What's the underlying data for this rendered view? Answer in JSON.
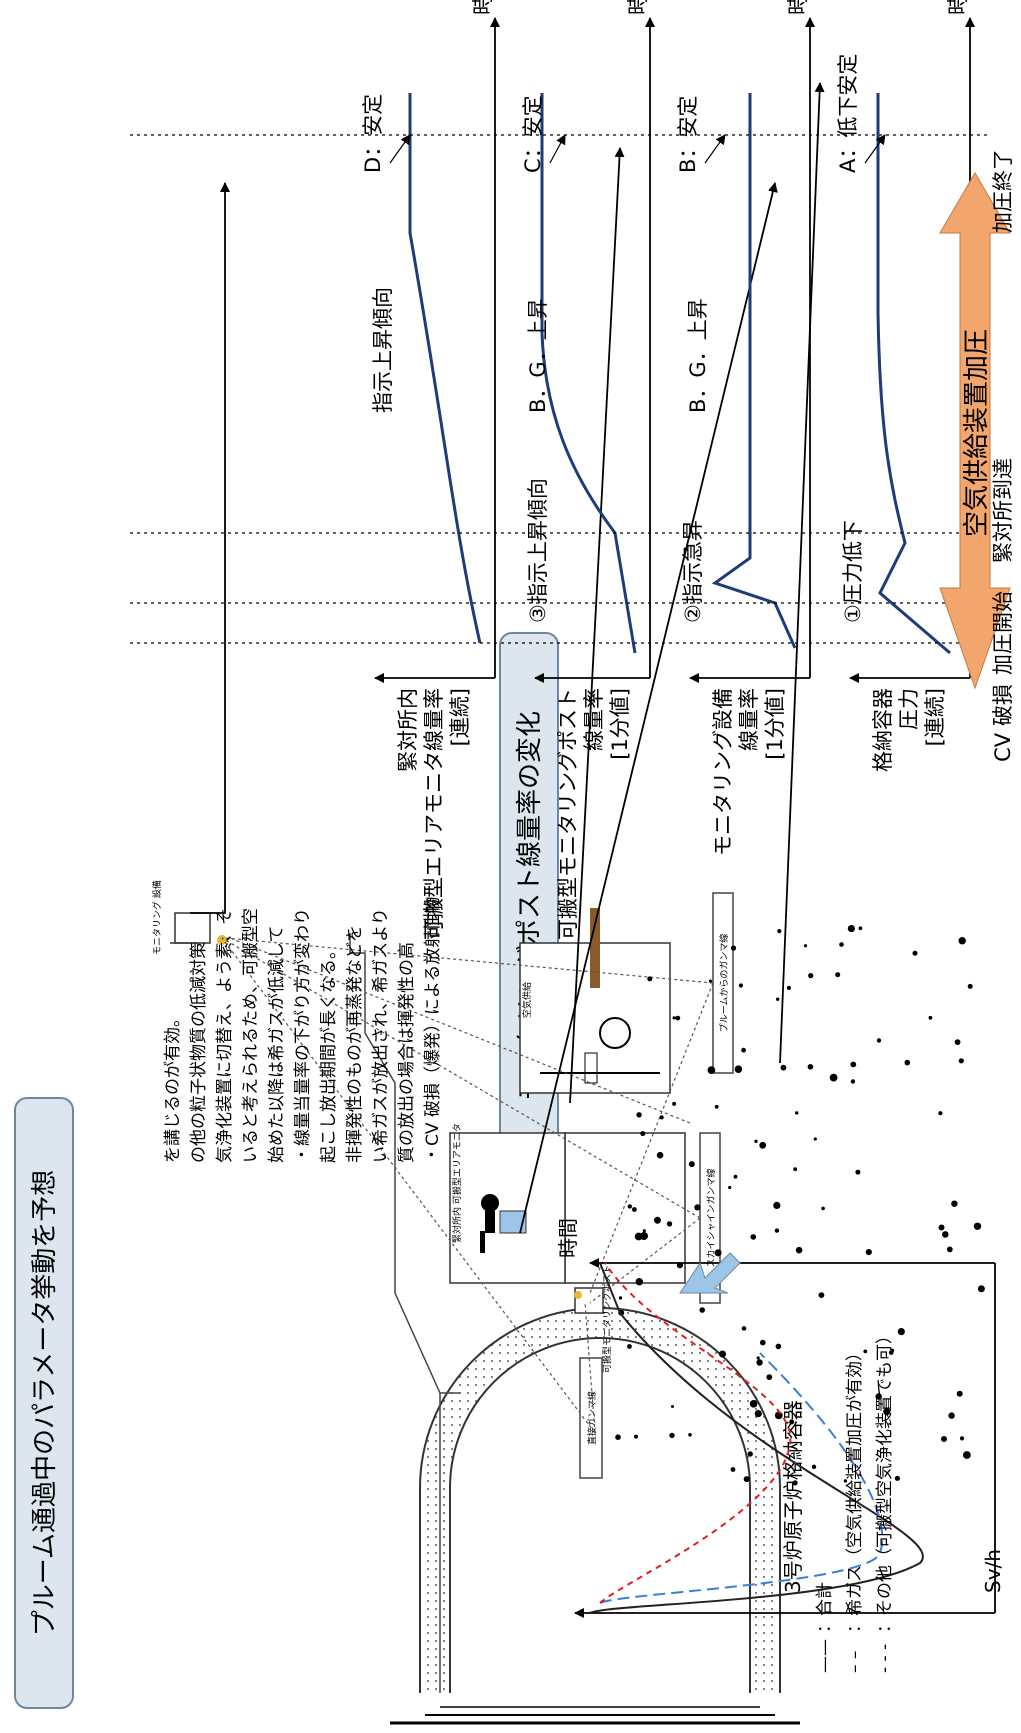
{
  "title_main": "プルーム通過中のパラメータ挙動を予想",
  "title_radiation": "モニタリングポスト線量率の変化",
  "facility": {
    "reactor_label": "3号炉原子炉格納容器",
    "direct_gamma": "直接ガンマ線",
    "skyshine_gamma": "スカイシャインガンマ線",
    "plume_gamma": "プルームからのガンマ線",
    "portable_post": "可搬型モニタリングポスト",
    "room_monitor": "緊対所内 可搬型エリアモニタ",
    "air_supply": "空気供給",
    "monitoring_equipment": "モニタリング 設備"
  },
  "params": [
    {
      "label_lines": [
        "格納容器",
        "圧力",
        "[連続]"
      ],
      "event": "①圧力低下",
      "mid": "",
      "final": "A：低下安定"
    },
    {
      "label_lines": [
        "モニタリング設備",
        "線量率",
        "[1分値]"
      ],
      "event": "②指示急昇",
      "mid": "B．G．上昇",
      "final": "B：安定"
    },
    {
      "label_lines": [
        "可搬型モニタリングポスト",
        "線量率",
        "[1分値]"
      ],
      "event": "③指示上昇傾向",
      "mid": "B．G．上昇",
      "final": "C：安定"
    },
    {
      "label_lines": [
        "緊対所内",
        "可搬型エリアモニタ線量率",
        "[連続]"
      ],
      "event": "",
      "mid": "指示上昇傾向",
      "final": "D：安定"
    }
  ],
  "time_label": "時刻",
  "events": {
    "cv_break": "CV 破損",
    "press_start": "加圧開始",
    "arrival": "緊対所到達",
    "press_end": "加圧終了",
    "air_supply_pressurize": "空気供給装置加圧"
  },
  "dose_chart": {
    "ylabel": "Sv/h",
    "xlabel": "時間",
    "legend": [
      {
        "line": "——",
        "text": "：合計",
        "color": "#000000"
      },
      {
        "line": "– –",
        "text": "：希ガス（空気供給装置加圧が有効）",
        "color": "#3a7fd0"
      },
      {
        "line": "- - -",
        "text": "：その他（可搬型空気浄化装置でも可）",
        "color": "#e02020"
      }
    ]
  },
  "note_lines": [
    "・CV 破損（爆発）による放射性物",
    "質の放出の場合は揮発性の高",
    "い希ガスが放出され、希ガスより",
    "非揮発性のものが再蒸発などを",
    "起こし放出期間が長くなる。",
    "・線量当量率の下がり方が変わり",
    "始めた以降は希ガスが低減して",
    "いると考えられるため、可搬型空",
    "気浄化装置に切替え、よう素、そ",
    "の他の粒子状物質の低減対策",
    "を講じるのが有効。"
  ],
  "colors": {
    "curve": "#1f3b7a",
    "arrow": "#f2a56c",
    "box": "#dde6ef"
  }
}
